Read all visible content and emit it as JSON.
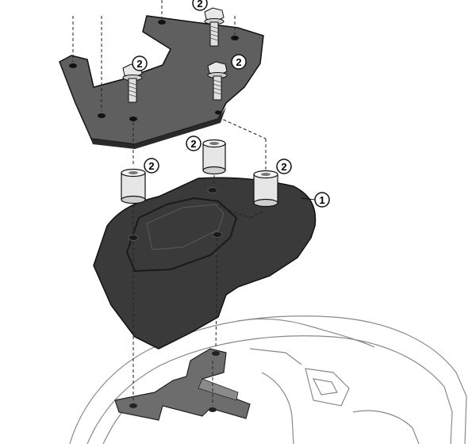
{
  "diagram": {
    "callouts": [
      {
        "id": "c2_top",
        "label": "2"
      },
      {
        "id": "c2_bolt_left",
        "label": "2"
      },
      {
        "id": "c2_bolt_right",
        "label": "2"
      },
      {
        "id": "c2_spacer_mid",
        "label": "2"
      },
      {
        "id": "c2_spacer_left",
        "label": "2"
      },
      {
        "id": "c2_spacer_right",
        "label": "2"
      },
      {
        "id": "c1_plate",
        "label": "1"
      }
    ]
  }
}
